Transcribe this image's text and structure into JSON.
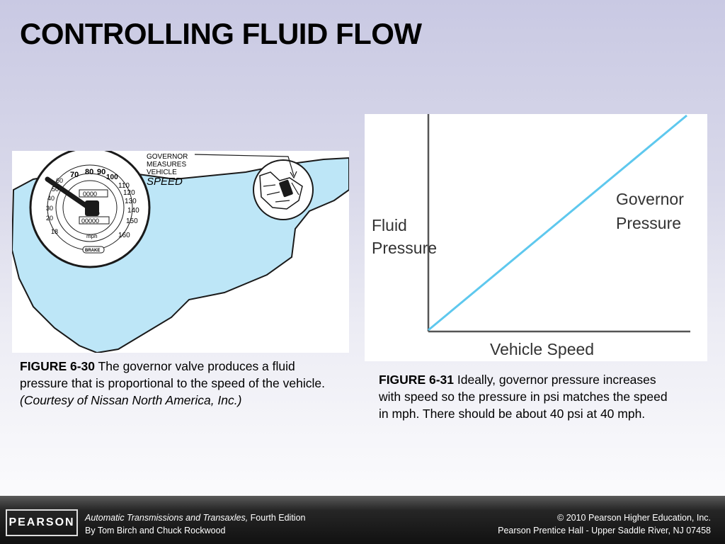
{
  "slide": {
    "title": "CONTROLLING FLUID FLOW"
  },
  "figure1": {
    "callout_lines": [
      "GOVERNOR",
      "MEASURES",
      "VEHICLE"
    ],
    "callout_speed": "SPEED",
    "speedo_numbers": [
      "70",
      "80",
      "90",
      "100",
      "110",
      "120",
      "130",
      "140",
      "150",
      "160",
      "60",
      "50",
      "40",
      "30",
      "20",
      "18"
    ],
    "odometer": "0000",
    "trip": "00000",
    "unit": "mph",
    "brake": "BRAKE"
  },
  "figure2": {
    "y_label": [
      "Fluid",
      "Pressure"
    ],
    "x_label": "Vehicle Speed",
    "line_label": [
      "Governor",
      "Pressure"
    ],
    "line_color": "#5ec8ee"
  },
  "caption1": {
    "number": "FIGURE 6-30",
    "text": " The governor valve produces a fluid pressure that is proportional to the speed of the vehicle. ",
    "credit": "(Courtesy of Nissan North America, Inc.)"
  },
  "caption2": {
    "number": "FIGURE 6-31",
    "text": " Ideally, governor pressure increases with speed so the pressure in psi matches the speed in mph. There should be about 40 psi at 40 mph."
  },
  "footer": {
    "logo": "PEARSON",
    "book_title": "Automatic Transmissions and Transaxles,",
    "edition": " Fourth Edition",
    "authors": "By Tom Birch and Chuck Rockwood",
    "copyright": "© 2010 Pearson Higher Education, Inc.",
    "publisher": "Pearson Prentice Hall - Upper Saddle River, NJ 07458"
  }
}
